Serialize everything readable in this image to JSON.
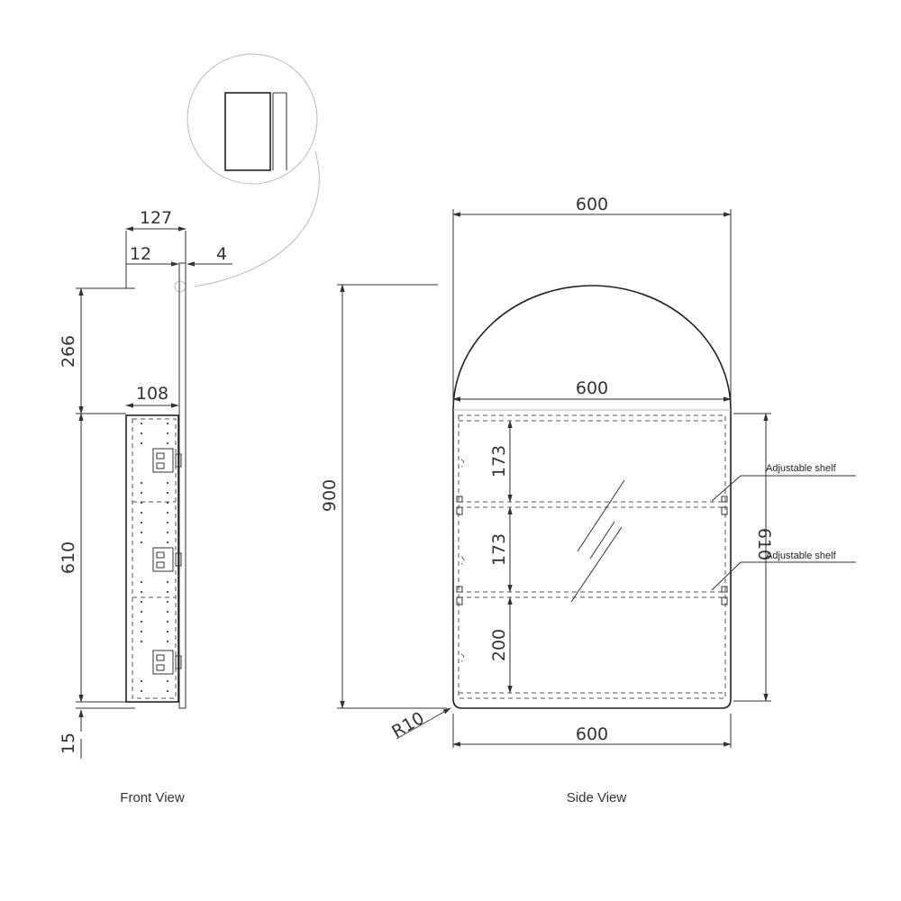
{
  "captions": {
    "front": "Front View",
    "side": "Side View"
  },
  "front_dims": {
    "depth_total": "127",
    "back_gap": "12",
    "door": "4",
    "arch_height": "266",
    "body_depth": "108",
    "body_height": "610",
    "bottom": "15"
  },
  "side_dims": {
    "total_width": "600",
    "body_width": "600",
    "base_width": "600",
    "total_height": "900",
    "body_height": "610",
    "shelf_gap_top": "173",
    "shelf_gap_mid": "173",
    "shelf_gap_bottom": "200",
    "corner_radius": "R10"
  },
  "notes": {
    "shelf_1": "Adjustable shelf",
    "shelf_2": "Adjustable shelf"
  }
}
